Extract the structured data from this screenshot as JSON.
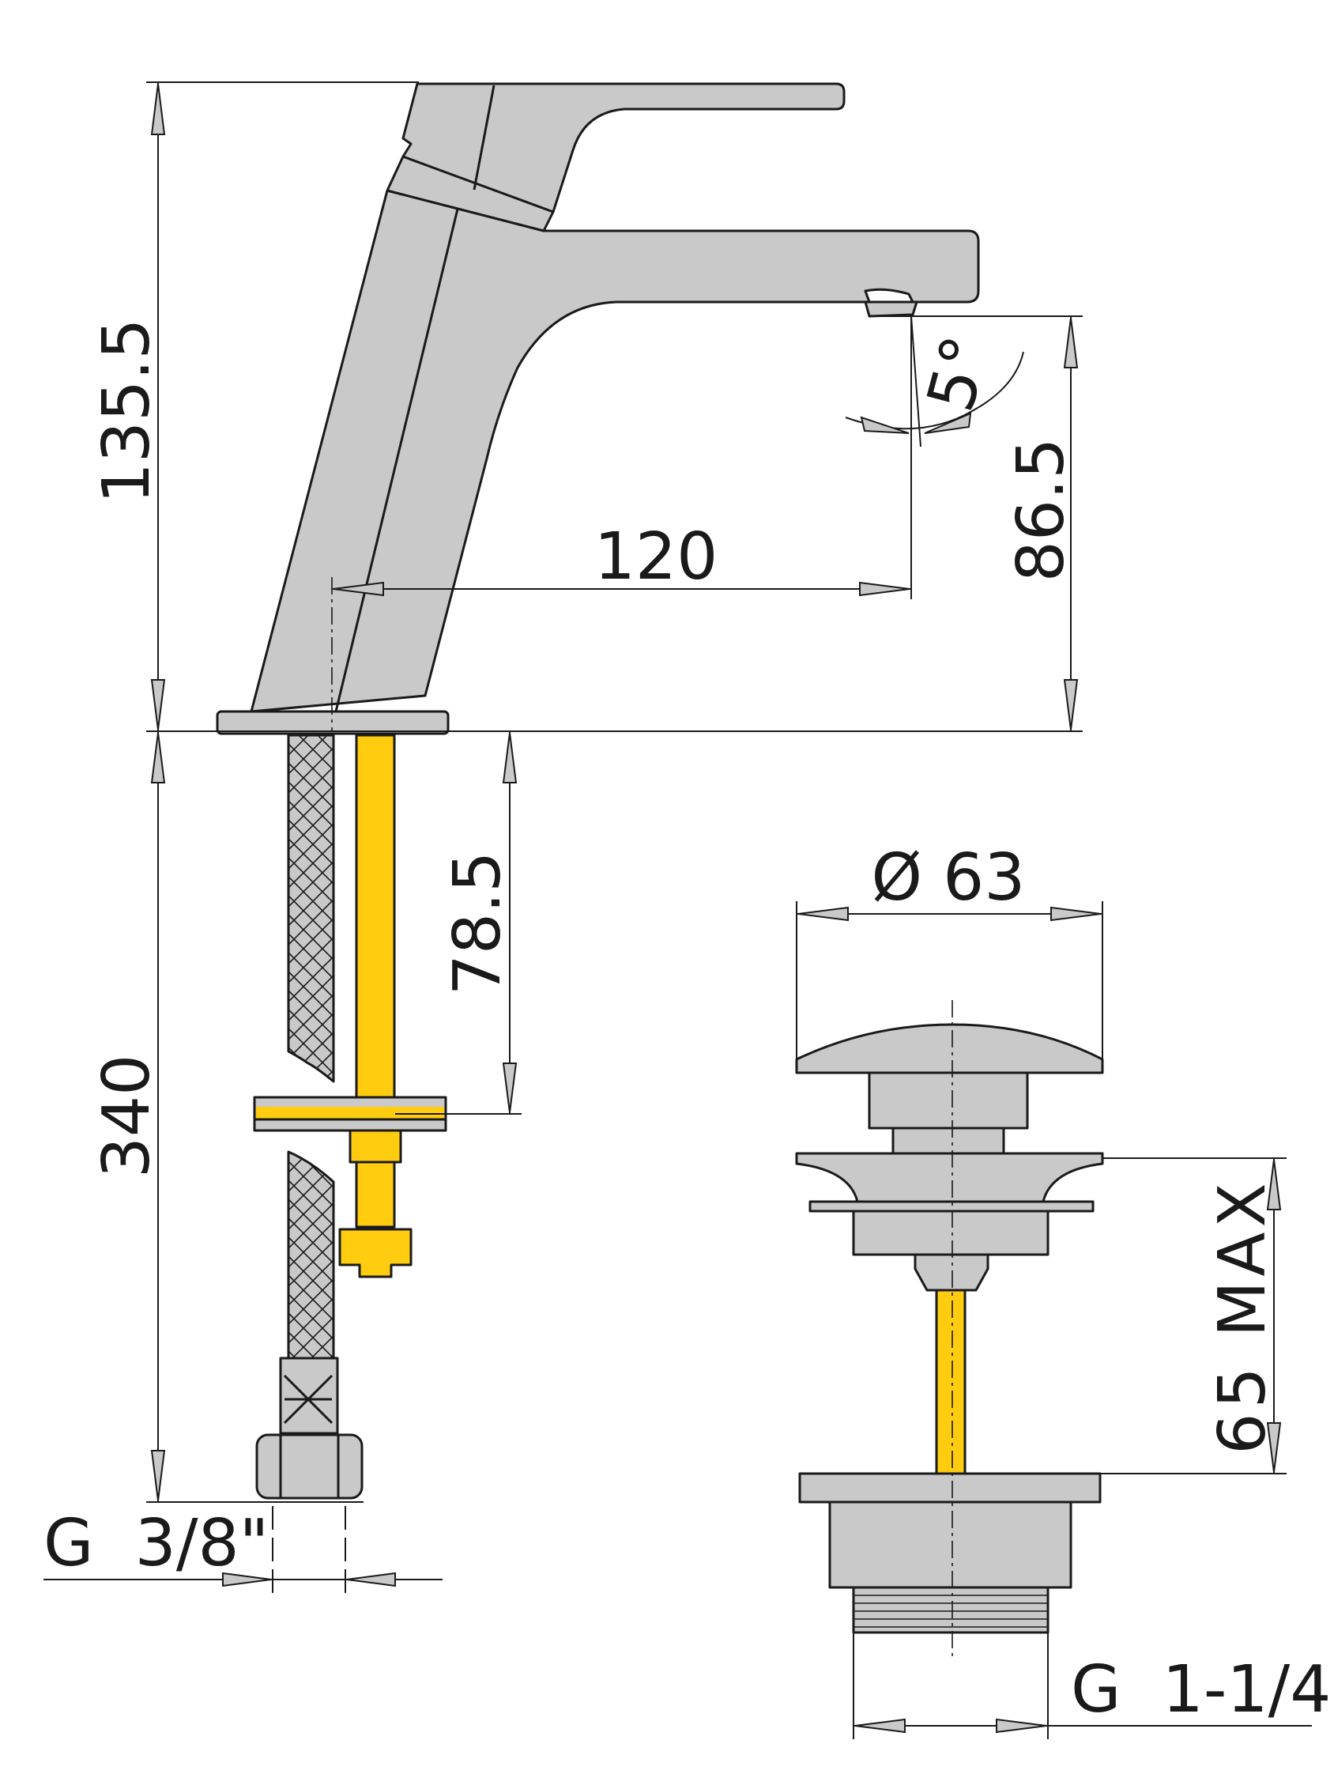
{
  "dimensions": {
    "total_height": "135.5",
    "spout_height": "86.5",
    "spout_reach": "120",
    "spout_angle": "5°",
    "hose_length": "340",
    "shank_length": "78.5",
    "hose_thread": "G  3/8\"",
    "waste_diameter": "Ø 63",
    "waste_max_depth": "65 MAX",
    "waste_thread": "G  1-1/4\""
  },
  "colors": {
    "chrome_fill": "#c9c9c9",
    "shank_fill": "#ffcc0f",
    "outline": "#1a1a1a",
    "background": "#ffffff"
  }
}
